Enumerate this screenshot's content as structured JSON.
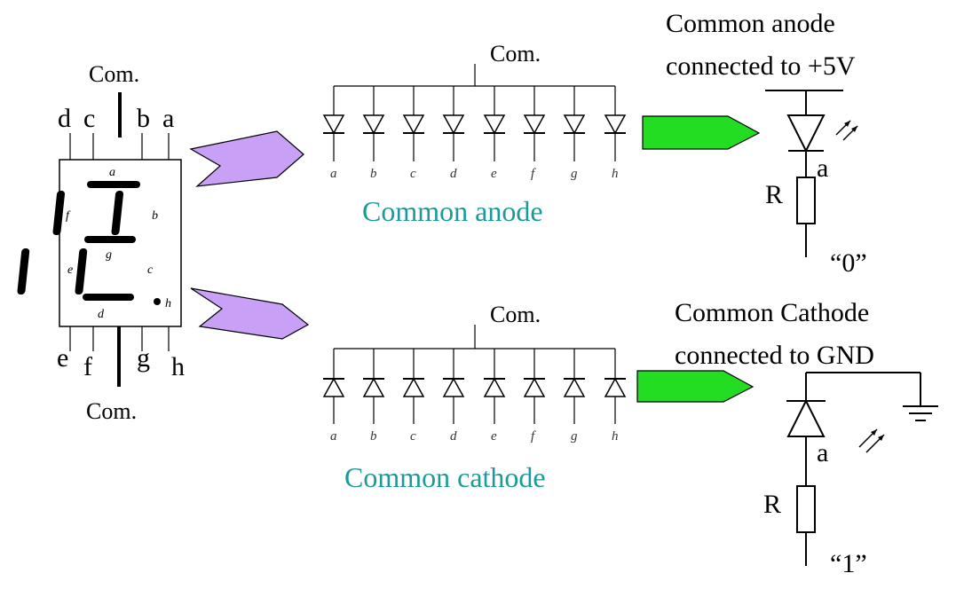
{
  "colors": {
    "violet_arrow": "#c8a0f5",
    "green_arrow": "#22dd22",
    "caption_teal": "#1a9a9a",
    "stroke": "#000000"
  },
  "seven_segment": {
    "com_top": "Com.",
    "com_bottom": "Com.",
    "top_pins": [
      "d",
      "c",
      "b",
      "a"
    ],
    "bottom_pins": [
      "e",
      "f",
      "g",
      "h"
    ],
    "segment_letters": [
      "a",
      "b",
      "c",
      "d",
      "e",
      "f",
      "g",
      "h"
    ]
  },
  "anode_array": {
    "com_label": "Com.",
    "pins": [
      "a",
      "b",
      "c",
      "d",
      "e",
      "f",
      "g",
      "h"
    ],
    "caption": "Common anode"
  },
  "cathode_array": {
    "com_label": "Com.",
    "pins": [
      "a",
      "b",
      "c",
      "d",
      "e",
      "f",
      "g",
      "h"
    ],
    "caption": "Common cathode"
  },
  "anode_detail": {
    "title_line1": "Common anode",
    "title_line2": "connected to +5V",
    "node_label": "a",
    "resistor_label": "R",
    "logic_level": "“0”"
  },
  "cathode_detail": {
    "title_line1": "Common Cathode",
    "title_line2": "connected to GND",
    "node_label": "a",
    "resistor_label": "R",
    "logic_level": "“1”"
  }
}
